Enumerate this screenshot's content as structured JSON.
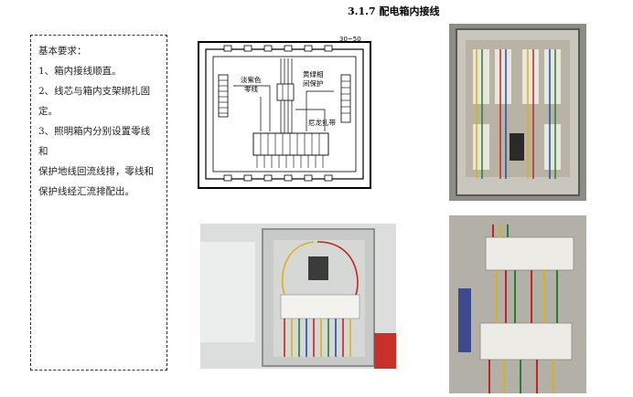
{
  "section_title": "3.1.7  配电箱内接线",
  "requirements": {
    "heading": "基本要求：",
    "lines": [
      "1、箱内接线顺直。",
      "2、线芯与箱内支架绑扎固",
      "定。",
      "3、照明箱内分别设置零线和",
      "保护地线回流线排，零线和",
      "保护线经汇流排配出。"
    ]
  },
  "diagram": {
    "label_blue_neutral_1": "淡紫色",
    "label_blue_neutral_2": "零线",
    "label_pe_1": "黄绿相",
    "label_pe_2": "间保护",
    "label_tie": "尼龙扎带",
    "label_dim": "30~50"
  }
}
